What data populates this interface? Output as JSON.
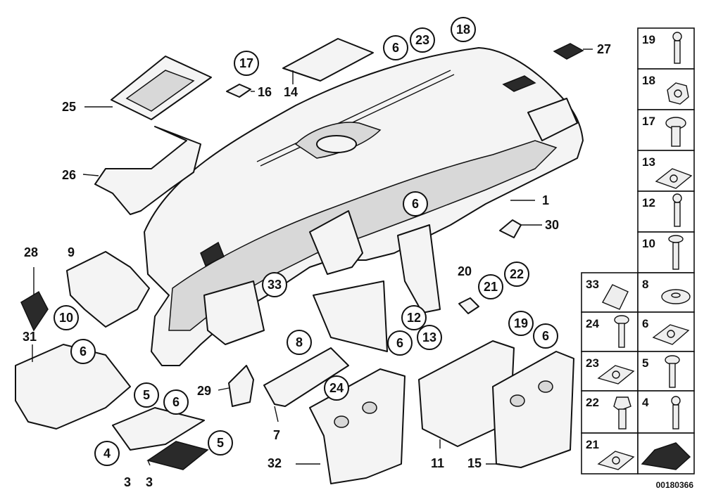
{
  "diagram": {
    "callouts_circled": [
      "17",
      "6",
      "23",
      "18",
      "6",
      "33",
      "10",
      "6",
      "20",
      "21",
      "22",
      "12",
      "19",
      "6",
      "13",
      "6",
      "8",
      "24",
      "5",
      "6",
      "4",
      "5"
    ],
    "callouts_plain": [
      "27",
      "16",
      "14",
      "25",
      "26",
      "1",
      "30",
      "28",
      "9",
      "31",
      "29",
      "7",
      "32",
      "11",
      "15",
      "3",
      "3"
    ],
    "legend_items": [
      "19",
      "18",
      "17",
      "13",
      "12",
      "10",
      "33",
      "8",
      "24",
      "6",
      "23",
      "5",
      "22",
      "4",
      "21"
    ],
    "reference_code": "00180366"
  }
}
